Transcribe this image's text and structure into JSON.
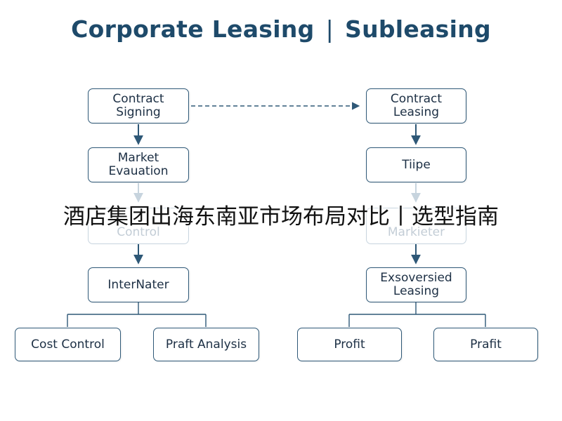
{
  "diagram": {
    "title_left": "Corporate Leasing",
    "title_sep": "|",
    "title_right": "Subleasing",
    "left": {
      "contract": "Contract\nSigning",
      "market": "Market\nEvauation",
      "control": "Control",
      "internater": "InterNater",
      "cost": "Cost Control",
      "profit": "Praft Analysis"
    },
    "right": {
      "contract": "Contract\nLeasing",
      "type": "Tiipe",
      "marketer": "Markieter",
      "exsoversied": "Exsoversied\nLeasing",
      "profit": "Profit",
      "prafit": "Prafit"
    }
  },
  "overlay_caption": "酒店集团出海东南亚市场布局对比丨选型指南",
  "colors": {
    "title": "#1e4a6a",
    "box_border": "#2e5877",
    "arrow": "#2e5877",
    "faded": "#c7d4de"
  }
}
